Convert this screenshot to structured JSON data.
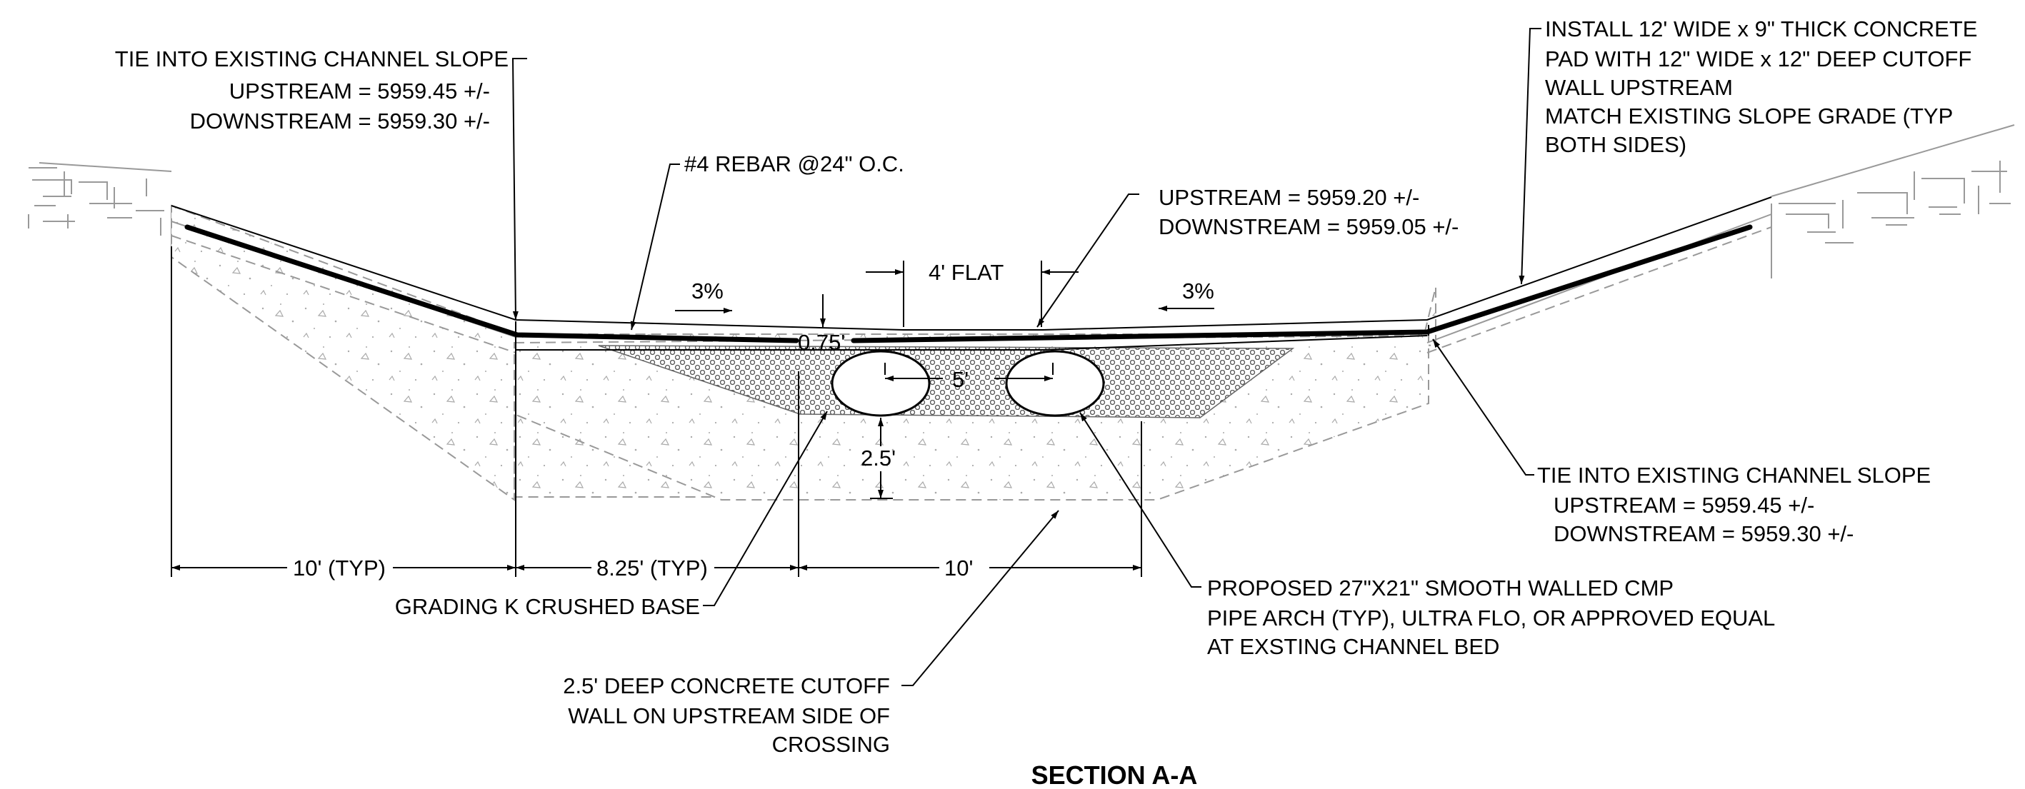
{
  "drawing": {
    "title": "SECTION A-A",
    "notes": {
      "tie_left": [
        "TIE INTO EXISTING CHANNEL SLOPE",
        "UPSTREAM = 5959.45 +/-",
        "DOWNSTREAM = 5959.30 +/-"
      ],
      "rebar": "#4 REBAR @24\" O.C.",
      "center_elev": [
        "UPSTREAM = 5959.20 +/-",
        "DOWNSTREAM = 5959.05 +/-"
      ],
      "pad": [
        "INSTALL 12' WIDE x 9\" THICK CONCRETE",
        "PAD WITH 12\" WIDE x 12\" DEEP CUTOFF",
        "WALL UPSTREAM",
        "MATCH EXISTING SLOPE GRADE (TYP",
        "BOTH SIDES)"
      ],
      "tie_right": [
        "TIE INTO EXISTING CHANNEL SLOPE",
        "UPSTREAM = 5959.45 +/-",
        "DOWNSTREAM = 5959.30 +/-"
      ],
      "base": "GRADING K CRUSHED BASE",
      "pipe": [
        "PROPOSED 27\"X21\" SMOOTH WALLED CMP",
        "PIPE ARCH (TYP), ULTRA FLO, OR APPROVED EQUAL",
        "AT EXSTING  CHANNEL BED"
      ],
      "cutoff": [
        "2.5' DEEP CONCRETE CUTOFF",
        "WALL ON UPSTREAM SIDE OF",
        "CROSSING"
      ]
    },
    "dims": {
      "slope_left": "3%",
      "slope_right": "3%",
      "flat": "4' FLAT",
      "thickness": "0.75'",
      "pipe_spacing": "5'",
      "depth": "2.5'",
      "left_typ": "10' (TYP)",
      "mid_typ": "8.25' (TYP)",
      "center": "10'"
    }
  }
}
